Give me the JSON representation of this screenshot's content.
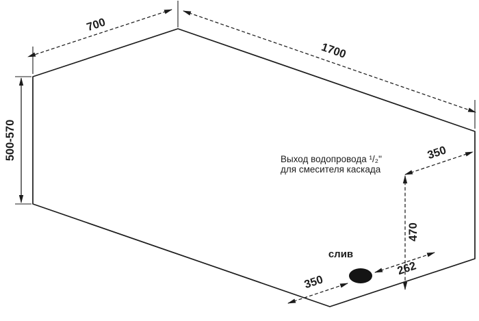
{
  "diagram": {
    "dims": {
      "width_top": "700",
      "length_top": "1700",
      "height_range_left": "500-570",
      "outlet_offset": "350",
      "outlet_height": "470",
      "drain_offset_front": "350",
      "drain_offset_side": "262"
    },
    "labels": {
      "outlet_note_line1": "Выход водопровода ¹/₂''",
      "outlet_note_line2": "для смесителя каскада",
      "drain": "слив"
    },
    "colors": {
      "line": "#1c1c1c",
      "background": "#ffffff",
      "drain_fill": "#141414"
    }
  }
}
